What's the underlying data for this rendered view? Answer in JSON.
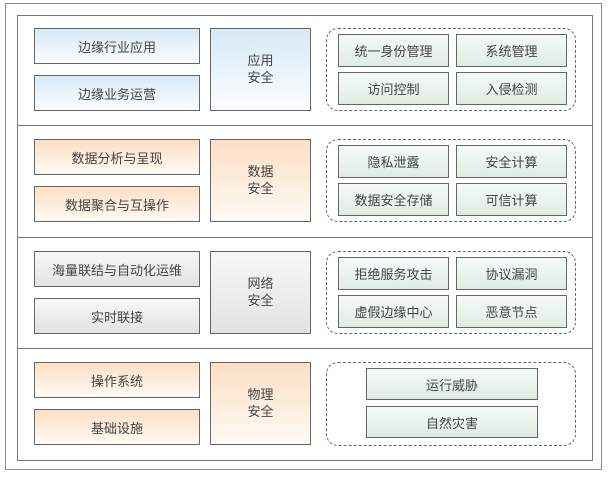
{
  "layers": [
    {
      "left": [
        "边缘行业应用",
        "边缘业务运营"
      ],
      "middle": [
        "应用",
        "安全"
      ],
      "threats": [
        "统一身份管理",
        "系统管理",
        "访问控制",
        "入侵检测"
      ],
      "color": "#d6e9f6"
    },
    {
      "left": [
        "数据分析与呈现",
        "数据聚合与互操作"
      ],
      "middle": [
        "数据",
        "安全"
      ],
      "threats": [
        "隐私泄露",
        "安全计算",
        "数据安全存储",
        "可信计算"
      ],
      "color": "#fbdfc4"
    },
    {
      "left": [
        "海量联结与自动化运维",
        "实时联接"
      ],
      "middle": [
        "网络",
        "安全"
      ],
      "threats": [
        "拒绝服务攻击",
        "协议漏洞",
        "虚假边缘中心",
        "恶意节点"
      ],
      "color": "#e3e3e3"
    },
    {
      "left": [
        "操作系统",
        "基础设施"
      ],
      "middle": [
        "物理",
        "安全"
      ],
      "threats": [
        "运行威胁",
        "自然灾害"
      ],
      "color": "#fbdfc4"
    }
  ]
}
